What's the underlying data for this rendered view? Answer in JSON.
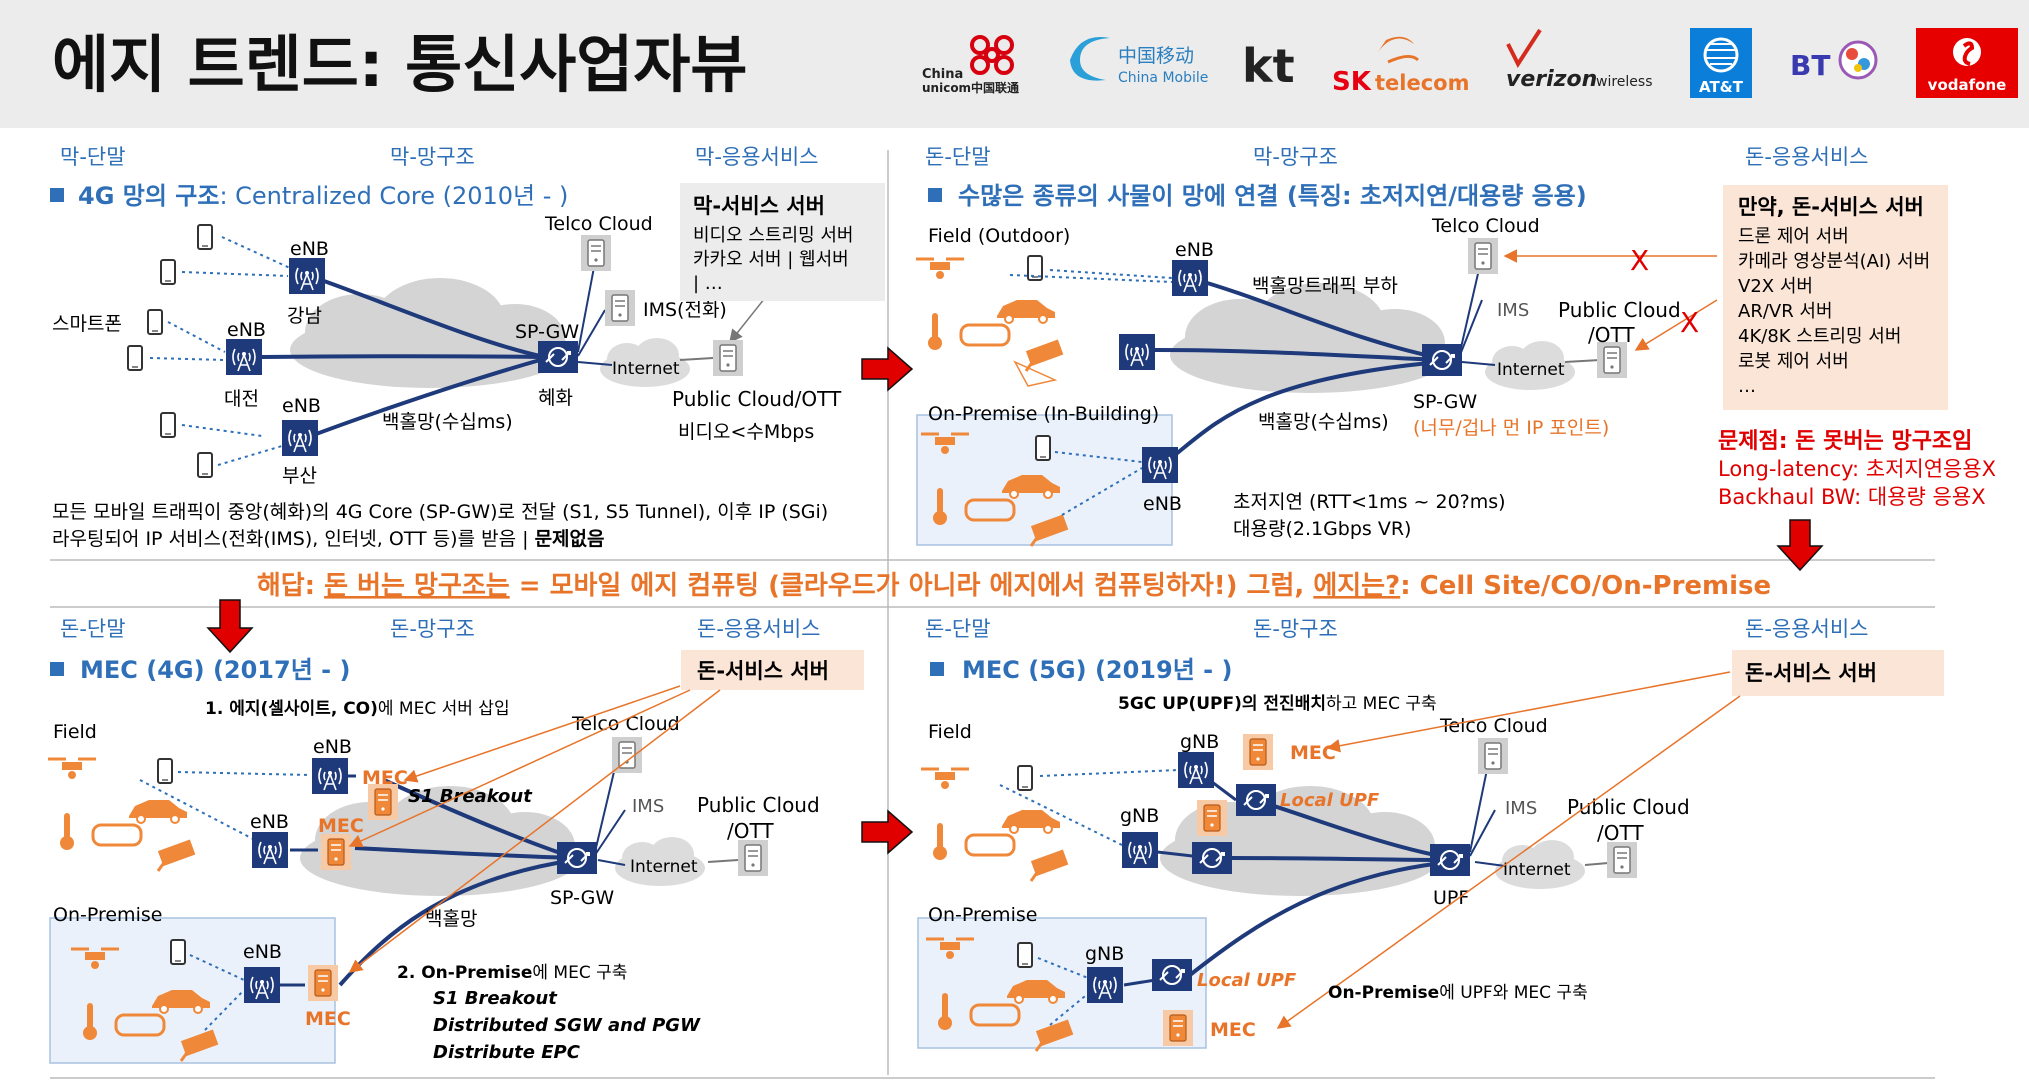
{
  "title": "에지 트렌드: 통신사업자뷰",
  "logos": {
    "china_unicom_en": "China unicom中国联通",
    "china_unicom_line1": "China",
    "china_unicom_line2": "unicom中国联通",
    "china_mobile_cn": "中国移动",
    "china_mobile_en": "China Mobile",
    "kt": "kt",
    "sk_sk": "SK",
    "sk_telecom": "telecom",
    "verizon": "verizon",
    "verizon_wireless": "wireless",
    "att": "AT&T",
    "bt": "BT",
    "vodafone": "vodafone"
  },
  "colors": {
    "navy": "#1f3a7a",
    "blue_title": "#2e6fb8",
    "orange": "#e8742a",
    "red": "#e00000",
    "gray_server": "#9a9a9a",
    "cloud": "#d4d4d4"
  },
  "q1": {
    "col_labels": [
      "막-단말",
      "막-망구조",
      "막-응용서비스"
    ],
    "heading_main": "4G 망의 구조",
    "heading_sub": ": Centralized Core (2010년 - )",
    "nodes": {
      "enb1": "eNB",
      "enb1_city": "강남",
      "enb2": "eNB",
      "enb2_city": "대전",
      "enb3": "eNB",
      "enb3_city": "부산",
      "spgw": "SP-GW",
      "spgw_city": "혜화",
      "smartphone": "스마트폰",
      "telco_cloud": "Telco Cloud",
      "ims": "IMS(전화)",
      "internet": "Internet",
      "public_cloud": "Public Cloud/OTT",
      "video_speed": "비디오<수Mbps",
      "backhaul": "백홀망(수십ms)"
    },
    "service_box": {
      "title": "막-서비스 서버",
      "line1": "비디오 스트리밍 서버",
      "line2": "카카오 서버 | 웹서버",
      "line3": "| …"
    },
    "desc_line1": "모든 모바일 트래픽이 중앙(혜화)의 4G Core (SP-GW)로 전달 (S1, S5 Tunnel), 이후 IP (SGi)",
    "desc_line2_a": "라우팅되어 IP 서비스(전화(IMS), 인터넷, OTT 등)를 받음 | ",
    "desc_line2_b": "문제없음"
  },
  "q2": {
    "col_labels": [
      "돈-단말",
      "막-망구조",
      "돈-응용서비스"
    ],
    "heading": "수많은 종류의 사물이 망에 연결 (특징: 초저지연/대용량 응용)",
    "nodes": {
      "field": "Field (Outdoor)",
      "enb1": "eNB",
      "enb2": "eNB",
      "telco_cloud": "Telco Cloud",
      "ims": "IMS",
      "public_cloud_1": "Public Cloud",
      "public_cloud_2": "/OTT",
      "internet": "Internet",
      "spgw": "SP-GW",
      "spgw_note": "(너무/겁나 먼 IP 포인트)",
      "backhaul_load": "백홀망트래픽 부하",
      "backhaul": "백홀망(수십ms)",
      "onprem": "On-Premise (In-Building)",
      "latency": "초저지연 (RTT<1ms ~ 20?ms)",
      "capacity": "대용량(2.1Gbps VR)",
      "x_mark": "X"
    },
    "service_box": {
      "title": "만약, 돈-서비스 서버",
      "items": [
        "드론 제어 서버",
        "카메라 영상분석(AI) 서버",
        "V2X 서버",
        "AR/VR 서버",
        "4K/8K 스트리밍 서버",
        "로봇 제어 서버",
        "…"
      ]
    },
    "problem_title": "문제점: 돈 못버는 망구조임",
    "problem_line1": "Long-latency: 초저지연응용X",
    "problem_line2": "Backhaul BW: 대용량 응용X"
  },
  "answer_a": "해답: ",
  "answer_b": "돈 버는 망구조는",
  "answer_c": " = 모바일 에지 컴퓨팅 (클라우드가 아니라 에지에서 컴퓨팅하자!) 그럼, ",
  "answer_d": "에지는?",
  "answer_e": ": Cell Site/CO/On-Premise",
  "q3": {
    "col_labels": [
      "돈-단말",
      "돈-망구조",
      "돈-응용서비스"
    ],
    "heading": "MEC (4G) (2017년 - )",
    "note1_a": "1. 에지(셀사이트, CO)",
    "note1_b": "에 MEC 서버 삽입",
    "nodes": {
      "field": "Field",
      "enb1": "eNB",
      "enb2": "eNB",
      "enb3": "eNB",
      "mec1": "MEC",
      "mec2": "MEC",
      "mec3": "MEC",
      "s1_breakout": "S1 Breakout",
      "telco_cloud": "Telco Cloud",
      "ims": "IMS",
      "public_cloud_1": "Public Cloud",
      "public_cloud_2": "/OTT",
      "internet": "Internet",
      "spgw": "SP-GW",
      "backhaul": "백홀망",
      "onprem": "On-Premise"
    },
    "service_box": "돈-서비스 서버",
    "note2_a": "2. On-Premise",
    "note2_b": "에 MEC 구축",
    "note2_l1": "S1 Breakout",
    "note2_l2": "Distributed SGW and PGW",
    "note2_l3": "Distribute EPC"
  },
  "q4": {
    "col_labels": [
      "돈-단말",
      "돈-망구조",
      "돈-응용서비스"
    ],
    "heading": "MEC (5G) (2019년 - )",
    "note1_a": "5GC UP(UPF)의 전진배치",
    "note1_b": "하고 MEC 구축",
    "nodes": {
      "field": "Field",
      "gnb1": "gNB",
      "gnb2": "gNB",
      "gnb3": "gNB",
      "mec1": "MEC",
      "mec2": "MEC",
      "local_upf1": "Local UPF",
      "local_upf2": "Local UPF",
      "telco_cloud": "Telco Cloud",
      "ims": "IMS",
      "public_cloud_1": "Public Cloud",
      "public_cloud_2": "/OTT",
      "internet": "Internet",
      "upf": "UPF",
      "onprem": "On-Premise"
    },
    "service_box": "돈-서비스 서버",
    "note2_a": "On-Premise",
    "note2_b": "에 UPF와 MEC 구축"
  }
}
